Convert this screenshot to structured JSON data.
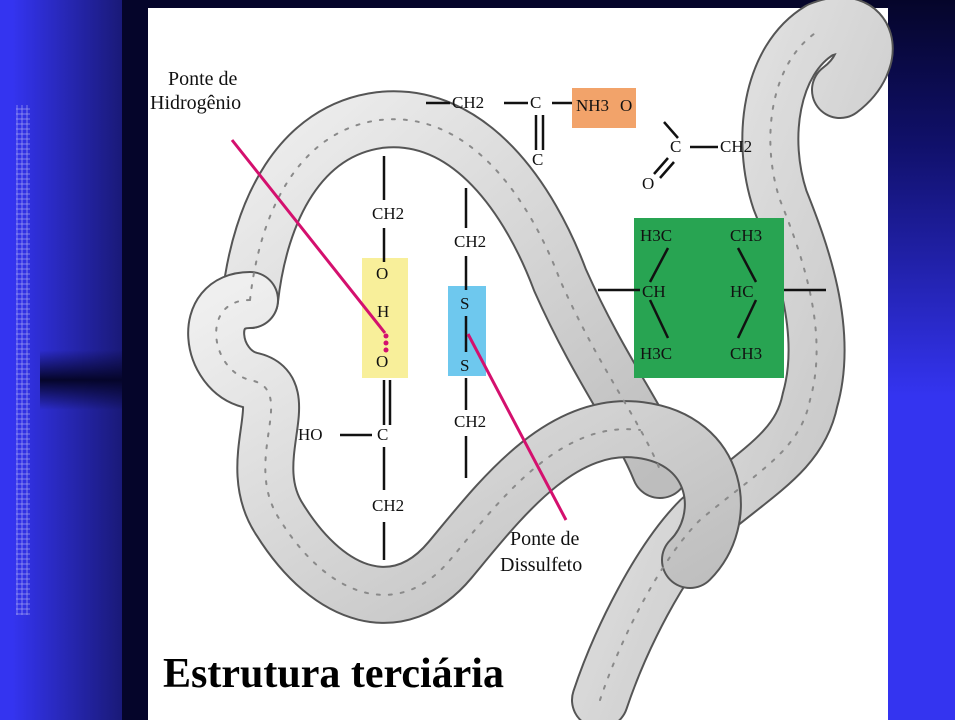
{
  "slide": {
    "title": "Estrutura terciária"
  },
  "colors": {
    "slide_background": "#3434f0",
    "dark_band": "#05052a",
    "hydrogen_bond_box": "#f8ef9a",
    "disulfide_box": "#6ec8ee",
    "ionic_box": "#f2a36a",
    "hydrophobic_box": "#28a452",
    "pointer_line": "#d4106e"
  },
  "labels": {
    "hydrogen_bridge": [
      "Ponte de",
      "Hidrogênio"
    ],
    "disulfide_bridge": [
      "Ponte de",
      "Dissulfeto"
    ]
  },
  "chemistry": {
    "ionic": {
      "ch2": "CH2",
      "c": "C",
      "c_below": "C",
      "nh3": "NH3",
      "o_minus": "O",
      "c_right": "C",
      "o_below": "O",
      "ch2_right": "CH2"
    },
    "hydrogen_bond_chain": {
      "ch2_top": "CH2",
      "o": "O",
      "h": "H",
      "o2": "O",
      "ho": "HO",
      "c": "C",
      "ch2_bottom": "CH2"
    },
    "disulfide_chain": {
      "ch2_top": "CH2",
      "s1": "S",
      "s2": "S",
      "ch2_bottom": "CH2"
    },
    "hydrophobic": {
      "h3c_top": "H3C",
      "ch3_top": "CH3",
      "ch": "CH",
      "hc": "HC",
      "h3c_bottom": "H3C",
      "ch3_bottom": "CH3"
    }
  }
}
